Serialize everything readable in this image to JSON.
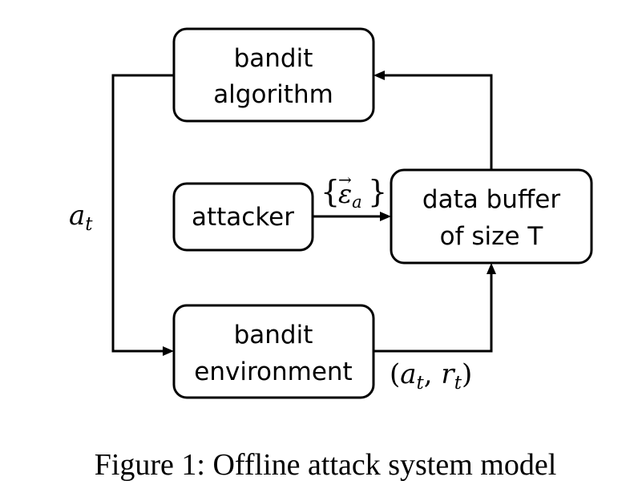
{
  "boxes": {
    "bandit_algorithm": {
      "line1": "bandit",
      "line2": "algorithm"
    },
    "attacker": {
      "label": "attacker"
    },
    "data_buffer": {
      "line1": "data buffer",
      "line2": "of size T"
    },
    "bandit_environment": {
      "line1": "bandit",
      "line2": "environment"
    }
  },
  "edges": {
    "action": {
      "var": "a",
      "sub": "t"
    },
    "perturbation": {
      "open": "{",
      "var": "ε",
      "sub": "a",
      "close": "}",
      "accent": "→"
    },
    "feedback": {
      "open": "(",
      "var1": "a",
      "sub1": "t",
      "sep": ", ",
      "var2": "r",
      "sub2": "t",
      "close": ")"
    }
  },
  "caption": "Figure 1: Offline attack system model"
}
